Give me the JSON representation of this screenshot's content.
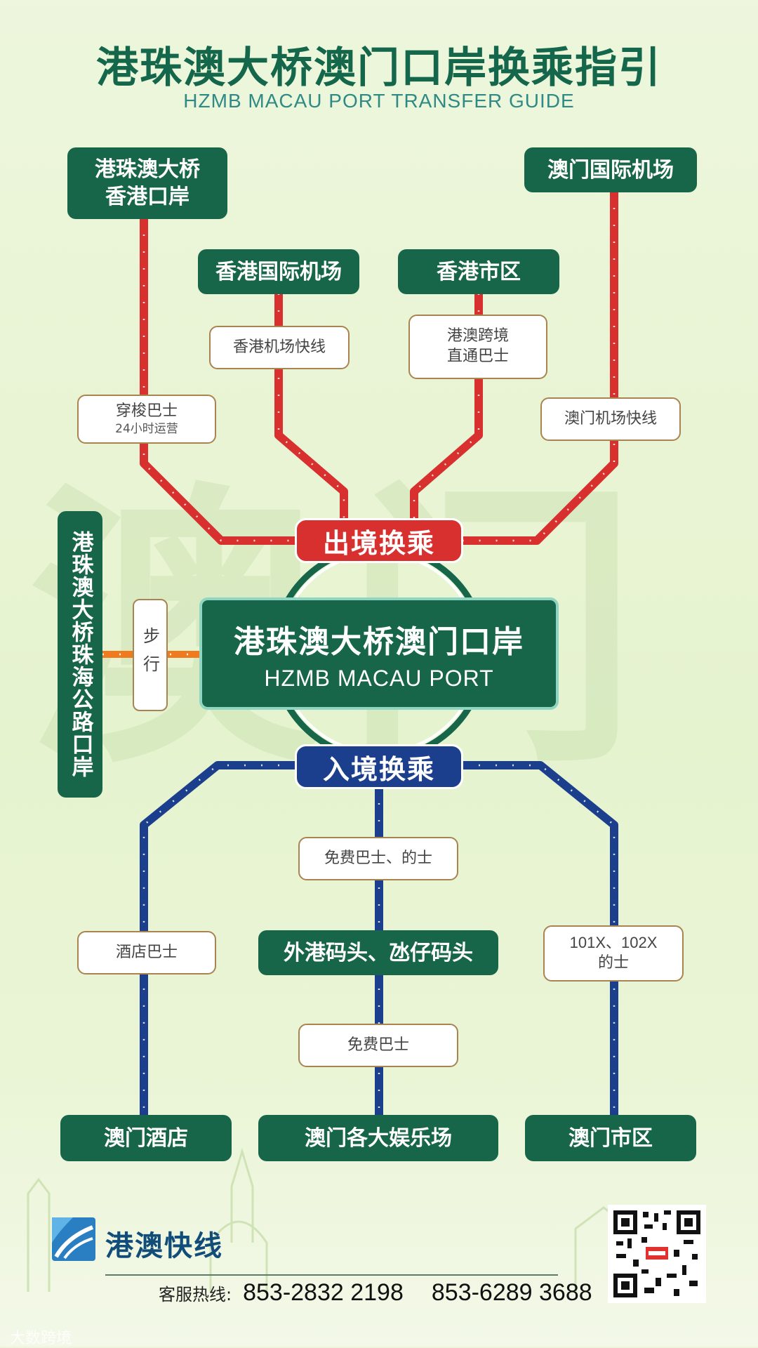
{
  "header": {
    "title": "港珠澳大桥澳门口岸换乘指引",
    "subtitle": "HZMB MACAU PORT TRANSFER GUIDE"
  },
  "colors": {
    "dark_green": "#17664a",
    "red_line": "#d8302f",
    "blue_line": "#1b3f8c",
    "orange_line": "#f07a1e",
    "box_border": "#a88450"
  },
  "departure": {
    "hub_label": "出境换乘",
    "destinations": {
      "hk_port": [
        "港珠澳大桥",
        "香港口岸"
      ],
      "hk_airport": "香港国际机场",
      "hk_city": "香港市区",
      "macau_airport": "澳门国际机场"
    },
    "routes": {
      "shuttle": "穿梭巴士",
      "shuttle_note": "24小时运营",
      "airport_express": "香港机场快线",
      "cross_border": [
        "港澳跨境",
        "直通巴士"
      ],
      "macau_airport_express": "澳门机场快线"
    }
  },
  "center": {
    "title": "港珠澳大桥澳门口岸",
    "subtitle": "HZMB MACAU PORT"
  },
  "walk": {
    "label": "步行",
    "destination": "港珠澳大桥珠海公路口岸"
  },
  "arrival": {
    "hub_label": "入境换乘",
    "routes": {
      "hotel_bus": "酒店巴士",
      "free_bus_taxi": "免费巴士、的士",
      "free_bus": "免费巴士",
      "bus_lines": "101X、102X",
      "taxi": "的士"
    },
    "ferry": "外港码头、氹仔码头",
    "destinations": {
      "hotel": "澳门酒店",
      "casinos": "澳门各大娱乐场",
      "city": "澳门市区"
    }
  },
  "watermark_bg": "澳门",
  "footer": {
    "brand": "港澳快线",
    "hotline_label": "客服热线:",
    "phones": [
      "853-2832 2198",
      "853-6289 3688"
    ],
    "source": "大数跨境"
  }
}
